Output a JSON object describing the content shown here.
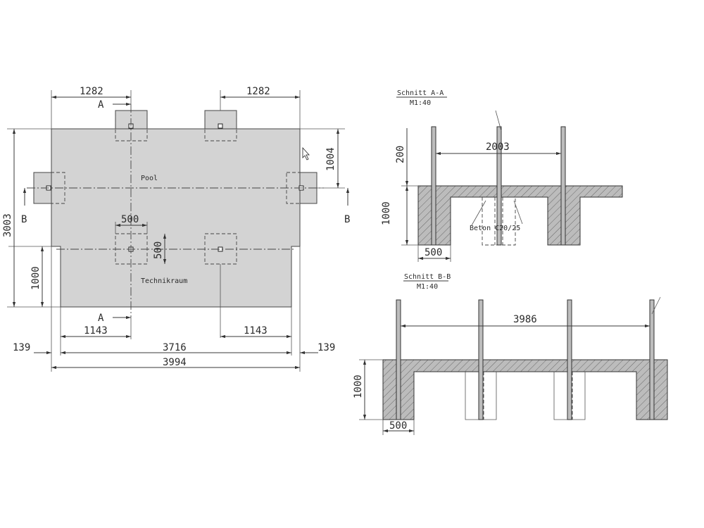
{
  "plan": {
    "dims": {
      "top_left": "1282",
      "top_right": "1282",
      "right_upper": "1004",
      "left_total": "3003",
      "left_lower": "1000",
      "post_width": "500",
      "post_height": "500",
      "bottom_left": "1143",
      "bottom_right": "1143",
      "edge_left": "139",
      "middle": "3716",
      "edge_right": "139",
      "overall": "3994"
    },
    "section_marks": {
      "a_top": "A",
      "a_bottom": "A",
      "b_left": "B",
      "b_right": "B"
    },
    "labels": {
      "pool": "Pool",
      "technik": "Technikraum"
    }
  },
  "section_aa": {
    "title": "Schnitt A-A",
    "scale": "M1:40",
    "dims": {
      "span": "2003",
      "height_upper": "200",
      "height_lower": "1000",
      "foot_width": "500"
    },
    "concrete_label": "Beton C20/25"
  },
  "section_bb": {
    "title": "Schnitt B-B",
    "scale": "M1:40",
    "dims": {
      "span": "3986",
      "height": "1000",
      "foot_width": "500"
    }
  }
}
